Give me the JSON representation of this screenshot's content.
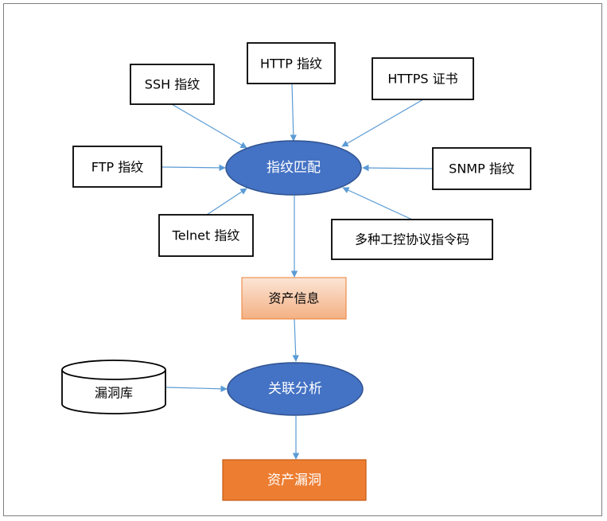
{
  "fingerprints": {
    "ssh": "SSH 指纹",
    "http": "HTTP 指纹",
    "https": "HTTPS 证书",
    "ftp": "FTP 指纹",
    "snmp": "SNMP 指纹",
    "telnet": "Telnet 指纹",
    "ics": "多种工控协议指令码"
  },
  "process": {
    "match": "指纹匹配",
    "asset_info": "资产信息",
    "vuln_db": "漏洞库",
    "correlation": "关联分析",
    "asset_vuln": "资产漏洞"
  },
  "colors": {
    "ellipse_fill": "#4472c4",
    "ellipse_stroke": "#2f528f",
    "arrow": "#5b9bd5",
    "asset_info_fill_top": "#fbe5d6",
    "asset_info_fill_bottom": "#f4b183",
    "asset_info_stroke": "#ed7d31",
    "asset_vuln_fill": "#ed7d31",
    "asset_vuln_stroke": "#c55a11"
  }
}
